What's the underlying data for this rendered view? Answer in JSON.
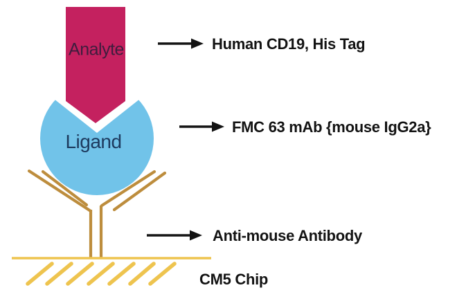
{
  "shapes": {
    "analyte": {
      "label": "Analyte",
      "fill": "#c4215f",
      "text_color": "#3f1d3e"
    },
    "ligand": {
      "label": "Ligand",
      "fill": "#71c3e9",
      "text_color": "#1d3a5e"
    },
    "antibody": {
      "color": "#bd8d3d"
    },
    "chip": {
      "label": "CM5 Chip",
      "color": "#eec44f"
    }
  },
  "annotations": [
    {
      "label": "Human CD19, His Tag"
    },
    {
      "label": "FMC 63 mAb {mouse IgG2a}"
    },
    {
      "label": "Anti-mouse Antibody"
    }
  ],
  "colors": {
    "arrow": "#131313",
    "label_text": "#131313",
    "background": "#ffffff"
  }
}
